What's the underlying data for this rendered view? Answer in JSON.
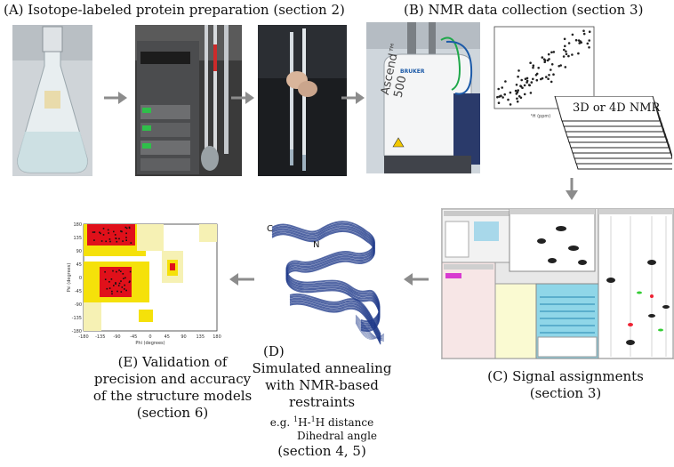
{
  "panels": {
    "a": {
      "title": "(A) Isotope-labeled protein preparation (section 2)"
    },
    "b": {
      "title": "(B) NMR data collection (section 3)",
      "magnet_brand": "BRUKER",
      "magnet_model": "Ascend™ 500",
      "stack_label": "3D or 4D NMR"
    },
    "c": {
      "line1": "(C) Signal assignments",
      "line2": "(section 3)"
    },
    "d": {
      "line1": "(D)",
      "line2": "Simulated annealing",
      "line3": "with NMR-based",
      "line4": "restraints",
      "eg_prefix": "e.g. ",
      "eg_sup1": "1",
      "eg_h1": "H-",
      "eg_sup2": "1",
      "eg_rest": "H distance",
      "dihedral": "Dihedral angle",
      "sections": "(section 4, 5)",
      "terminus_c": "C",
      "terminus_n": "N"
    },
    "e": {
      "line1": "(E) Validation of",
      "line2": "precision and accuracy",
      "line3": "of the structure models",
      "line4": "(section 6)",
      "ylabel": "Psi (degrees)",
      "xlabel": "Phi (degrees)",
      "yticks": [
        "180",
        "135",
        "90",
        "45",
        "0",
        "-45",
        "-90",
        "-135",
        "-180"
      ],
      "xticks": [
        "-180",
        "-135",
        "-90",
        "-45",
        "0",
        "45",
        "90",
        "135",
        "180"
      ]
    }
  },
  "colors": {
    "arrow": "#8c8c8c",
    "ramachandran_core": "#e0101a",
    "ramachandran_allowed": "#f5e10a",
    "ramachandran_generous": "#f6f1b4",
    "ribbon": "#1f3a8a"
  }
}
